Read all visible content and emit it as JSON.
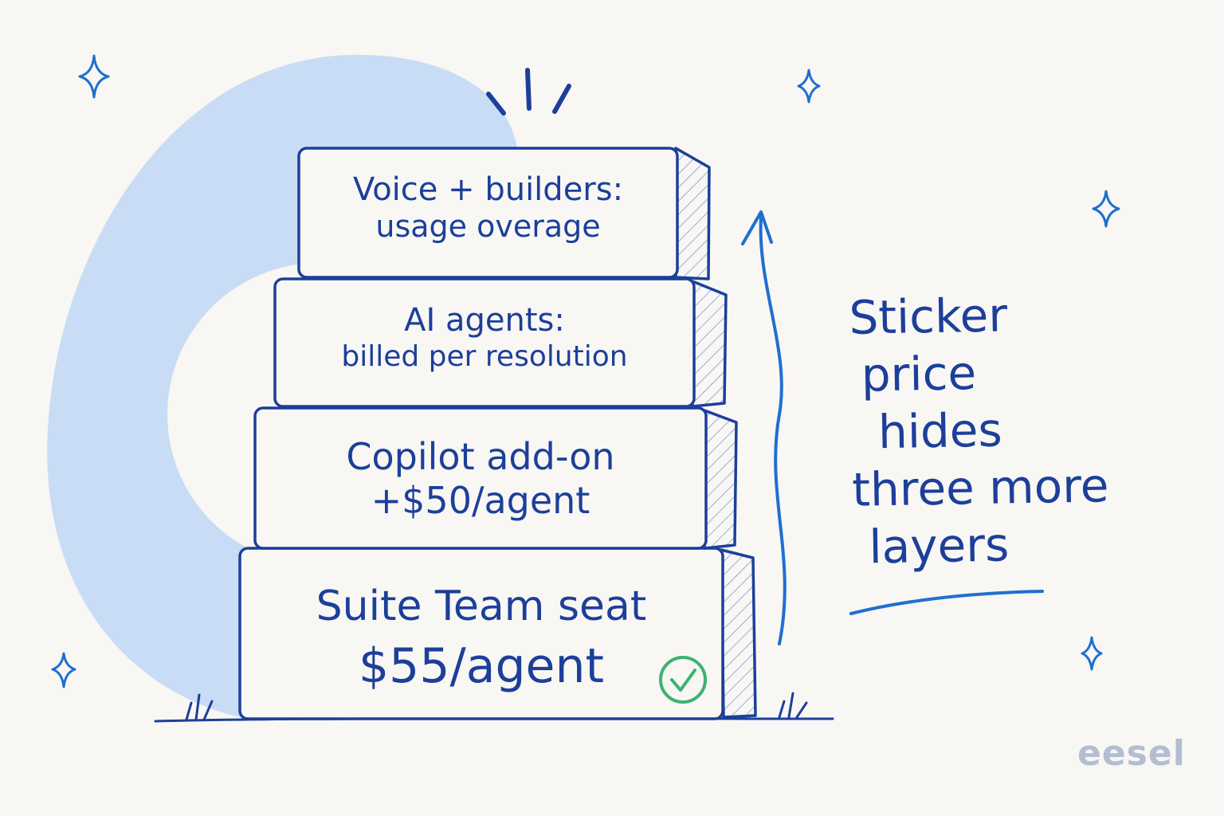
{
  "blocks": [
    {
      "id": "voice",
      "line1": "Voice + builders:",
      "line2": "usage overage"
    },
    {
      "id": "ai",
      "line1": "AI agents:",
      "line2": "billed per resolution"
    },
    {
      "id": "copilot",
      "line1": "Copilot add-on",
      "line2": "+$50/agent"
    },
    {
      "id": "suite",
      "line1": "Suite Team seat",
      "line2": "$55/agent"
    }
  ],
  "note": {
    "lines": [
      "Sticker",
      "price",
      "hides",
      "three more",
      "layers"
    ]
  },
  "brand": "eesel",
  "colors": {
    "ink": "#1c3f9a",
    "accent_blue": "#1f6fd0",
    "blob": "#c9dcf5",
    "check_green": "#3cb371",
    "background": "#f8f7f3"
  },
  "icons": [
    "sparkle-icon",
    "check-circle-icon",
    "up-arrow-icon",
    "grass-icon"
  ]
}
